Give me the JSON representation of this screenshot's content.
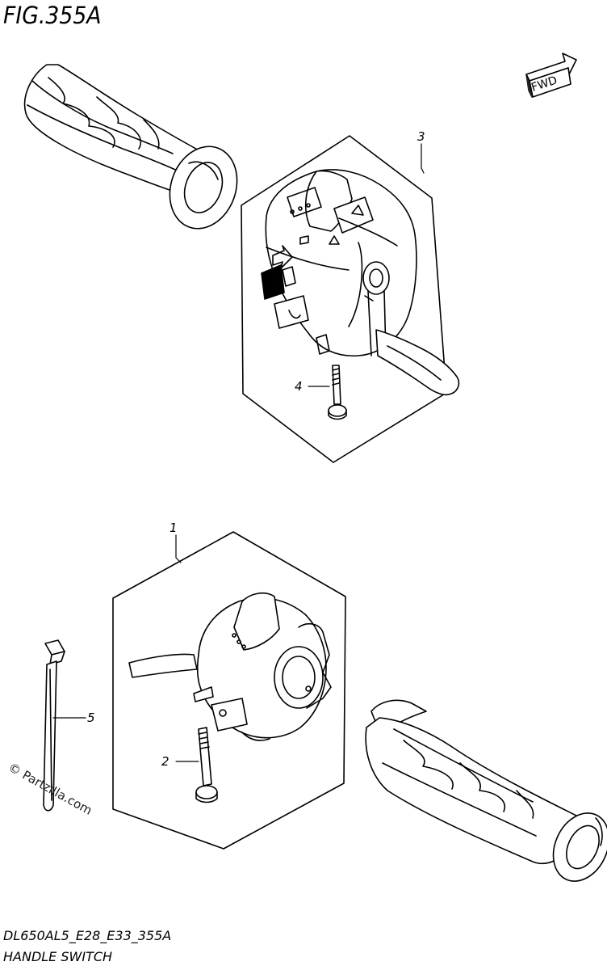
{
  "figure": {
    "title": "FIG.355A",
    "fwd_label": "FWD",
    "model_code": "DL650AL5_E28_E33_355A",
    "section_name": "HANDLE SWITCH",
    "watermark": "© Partzilla.com"
  },
  "callouts": [
    {
      "id": "1",
      "label": "1"
    },
    {
      "id": "2",
      "label": "2"
    },
    {
      "id": "3",
      "label": "3"
    },
    {
      "id": "4",
      "label": "4"
    },
    {
      "id": "5",
      "label": "5"
    }
  ],
  "icons": [
    "fwd-arrow-icon",
    "hazard-icon",
    "headlight-icon",
    "turn-arrow-icon",
    "horn-icon"
  ],
  "colors": {
    "line": "#000000",
    "background": "#ffffff"
  }
}
